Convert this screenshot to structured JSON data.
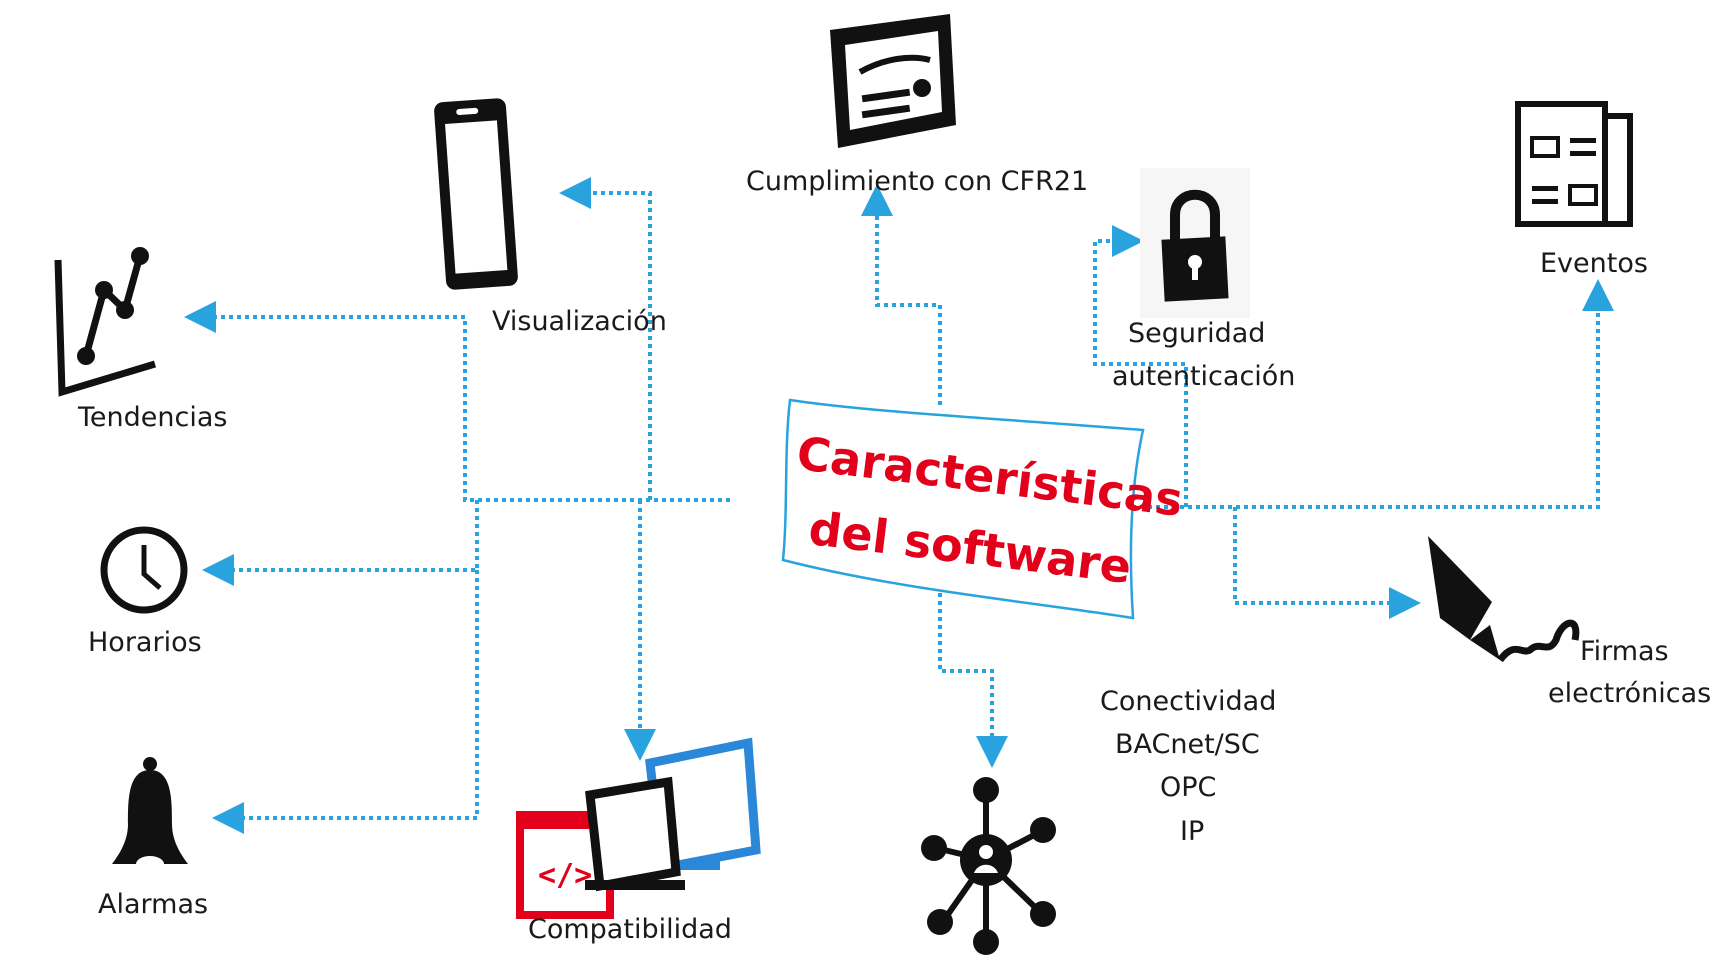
{
  "center": {
    "line1": "Características",
    "line2": "del software"
  },
  "features": {
    "tendencias": {
      "label": "Tendencias",
      "icon": "trend-chart-icon"
    },
    "visualizacion": {
      "label": "Visualización",
      "icon": "smartphone-icon"
    },
    "horarios": {
      "label": "Horarios",
      "icon": "clock-icon"
    },
    "alarmas": {
      "label": "Alarmas",
      "icon": "bell-icon"
    },
    "compatibilidad": {
      "label": "Compatibilidad",
      "icon": "devices-icon"
    },
    "cfr21": {
      "label": "Cumplimiento con CFR21",
      "icon": "certificate-icon"
    },
    "seguridad": {
      "line1": "Seguridad",
      "line2": "autenticación",
      "icon": "padlock-icon"
    },
    "eventos": {
      "label": "Eventos",
      "icon": "newspaper-icon"
    },
    "firmas": {
      "line1": "Firmas",
      "line2": "electrónicas",
      "icon": "fountain-pen-icon"
    },
    "conectividad": {
      "lines": [
        "Conectividad",
        "BACnet/SC",
        "OPC",
        "IP"
      ],
      "icon": "network-hub-icon"
    }
  },
  "colors": {
    "connector": "#29a3dd",
    "title": "#e3001b",
    "icon": "#111111",
    "icon_accent_red": "#e3001b",
    "icon_accent_blue": "#2b88d8"
  }
}
